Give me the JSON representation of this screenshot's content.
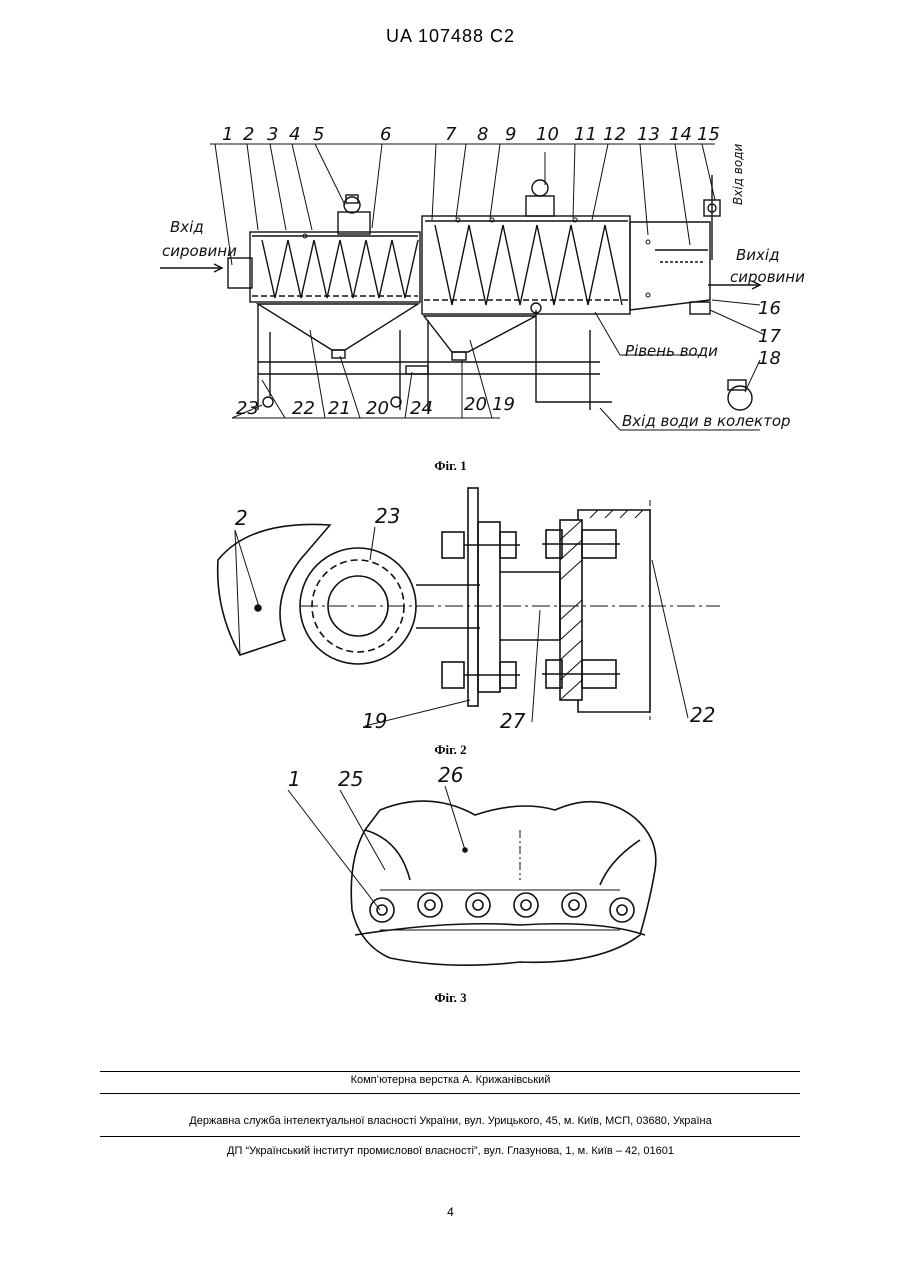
{
  "header": {
    "patent_number": "UA   107488   C2"
  },
  "figure1": {
    "caption": "Фіг. 1",
    "labels": [
      "1",
      "2",
      "3",
      "4",
      "5",
      "6",
      "7",
      "8",
      "9",
      "10",
      "11",
      "12",
      "13",
      "14",
      "15",
      "16",
      "17",
      "18",
      "19",
      "20",
      "20",
      "21",
      "22",
      "23",
      "24"
    ],
    "annotations": {
      "input_material_line1": "Вхід",
      "input_material_line2": "сировини",
      "output_material_line1": "Вихід",
      "output_material_line2": "сировини",
      "water_input": "Вхід води",
      "water_level": "Рівень води",
      "water_to_collector": "Вхід води в колектор"
    }
  },
  "figure2": {
    "caption": "Фіг. 2",
    "labels": [
      "2",
      "23",
      "19",
      "27",
      "22"
    ]
  },
  "figure3": {
    "caption": "Фіг. 3",
    "labels": [
      "1",
      "25",
      "26"
    ]
  },
  "footer": {
    "layout_credit": "Комп’ютерна верстка А. Крижанівський",
    "agency": "Державна служба інтелектуальної власності України, вул. Урицького, 45, м. Київ, МСП, 03680, Україна",
    "institute": "ДП “Український інститут промислової власності”, вул. Глазунова, 1, м. Київ – 42, 01601"
  },
  "page_number": "4"
}
